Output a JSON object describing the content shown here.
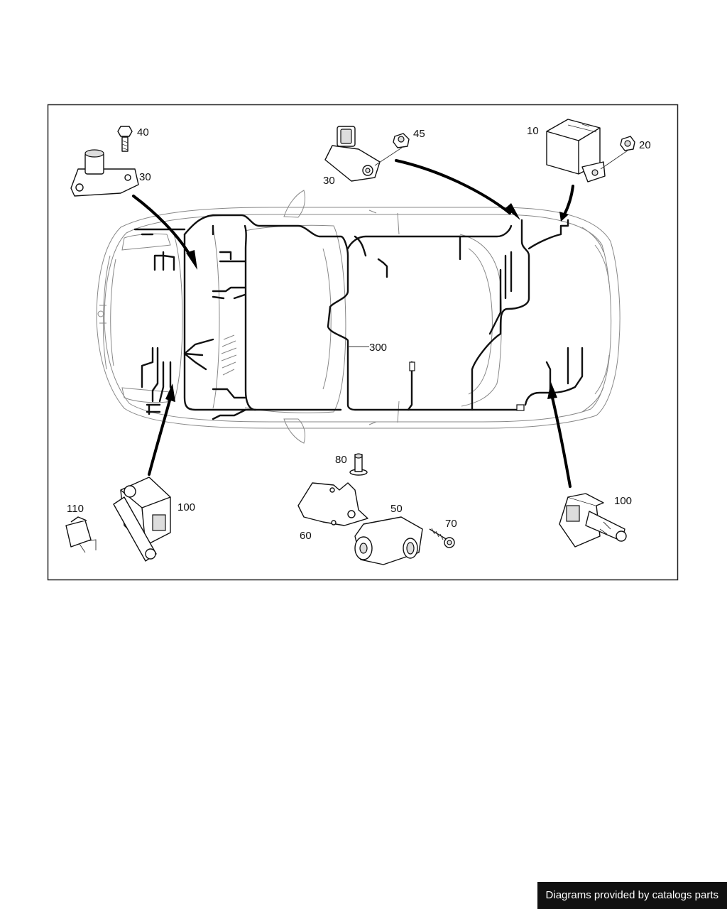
{
  "diagram": {
    "callouts": {
      "c10": "10",
      "c20": "20",
      "c30_left": "30",
      "c30_center": "30",
      "c40": "40",
      "c45": "45",
      "c50": "50",
      "c60": "60",
      "c70": "70",
      "c80": "80",
      "c100_left": "100",
      "c100_right": "100",
      "c110": "110",
      "c300": "300"
    }
  },
  "footer": {
    "credit": "Diagrams provided by catalogs parts"
  }
}
